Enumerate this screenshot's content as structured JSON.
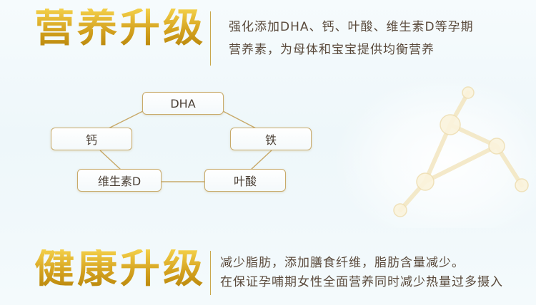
{
  "nutrition": {
    "title": "营养升级",
    "desc_line1": "强化添加DHA、钙、叶酸、维生素D等孕期",
    "desc_line2": "营养素，为母体和宝宝提供均衡营养"
  },
  "diagram": {
    "dha": "DHA",
    "calcium": "钙",
    "iron": "铁",
    "vitamin_d": "维生素D",
    "folic_acid": "叶酸"
  },
  "health": {
    "title": "健康升级",
    "desc_line1": "减少脂肪，添加膳食纤维，脂肪含量减少。",
    "desc_line2": "在保证孕哺期女性全面营养同时减少热量过多摄入"
  },
  "colors": {
    "gold": "#d4a21f",
    "node_border": "#c8aa6a",
    "text": "#5a4a3c"
  }
}
